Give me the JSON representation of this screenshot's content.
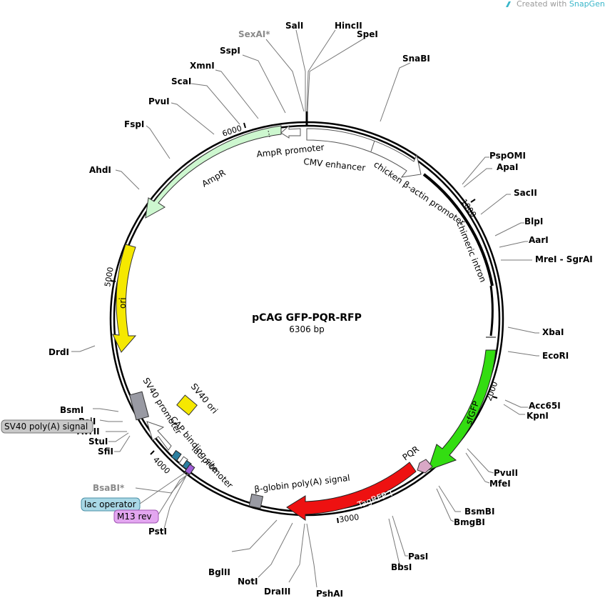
{
  "credit": {
    "prefix": "Created with",
    "brand": "SnapGene",
    "mark": "®"
  },
  "plasmid": {
    "name": "pCAG GFP-PQR-RFP",
    "size": "6306 bp"
  },
  "ticks": [
    "1000",
    "2000",
    "3000",
    "4000",
    "5000",
    "6000"
  ],
  "sites": [
    {
      "name": "SalI"
    },
    {
      "name": "HincII"
    },
    {
      "name": "SpeI"
    },
    {
      "name": "SexAI*"
    },
    {
      "name": "SspI"
    },
    {
      "name": "XmnI"
    },
    {
      "name": "ScaI"
    },
    {
      "name": "PvuI"
    },
    {
      "name": "FspI"
    },
    {
      "name": "AhdI"
    },
    {
      "name": "SnaBI"
    },
    {
      "name": "PspOMI"
    },
    {
      "name": "ApaI"
    },
    {
      "name": "SacII"
    },
    {
      "name": "BlpI"
    },
    {
      "name": "AarI"
    },
    {
      "name": "MreI - SgrAI"
    },
    {
      "name": "XbaI"
    },
    {
      "name": "EcoRI"
    },
    {
      "name": "Acc65I"
    },
    {
      "name": "KpnI"
    },
    {
      "name": "PvuII"
    },
    {
      "name": "MfeI"
    },
    {
      "name": "BsmBI"
    },
    {
      "name": "BmgBI"
    },
    {
      "name": "PasI"
    },
    {
      "name": "BbsI"
    },
    {
      "name": "PshAI"
    },
    {
      "name": "DraIII"
    },
    {
      "name": "NotI"
    },
    {
      "name": "BglII"
    },
    {
      "name": "PstI"
    },
    {
      "name": "BsaBI*"
    },
    {
      "name": "SfiI"
    },
    {
      "name": "StuI"
    },
    {
      "name": "AvrII"
    },
    {
      "name": "PsiI"
    },
    {
      "name": "BsmI"
    },
    {
      "name": "DrdI"
    }
  ],
  "boxed_labels": [
    {
      "name": "SV40 poly(A) signal",
      "color": "#c8c8c8"
    },
    {
      "name": "lac operator",
      "color": "#a9d8e6"
    },
    {
      "name": "M13 rev",
      "color": "#e3a6f0"
    }
  ],
  "features": [
    {
      "name": "AmpR promoter",
      "color": "#ffffff"
    },
    {
      "name": "CMV enhancer",
      "color": "#ffffff"
    },
    {
      "name": "chicken β-actin promoter",
      "color": "#ffffff"
    },
    {
      "name": "chimeric intron",
      "color": "#000000"
    },
    {
      "name": "sfGFP",
      "color": "#33dd11"
    },
    {
      "name": "PQR",
      "color": "#d9a8c6"
    },
    {
      "name": "TagRFP-T",
      "color": "#ee1111"
    },
    {
      "name": "β-globin poly(A) signal",
      "color": "#999aa3"
    },
    {
      "name": "CAP binding site",
      "color": "#2b7fa0"
    },
    {
      "name": "lac promoter",
      "color": "#ffffff"
    },
    {
      "name": "SV40 promoter",
      "color": "#ffffff"
    },
    {
      "name": "SV40 ori",
      "color": "#f5e800"
    },
    {
      "name": "ori",
      "color": "#f5e800"
    },
    {
      "name": "AmpR",
      "color": "#cdf7cf"
    }
  ]
}
